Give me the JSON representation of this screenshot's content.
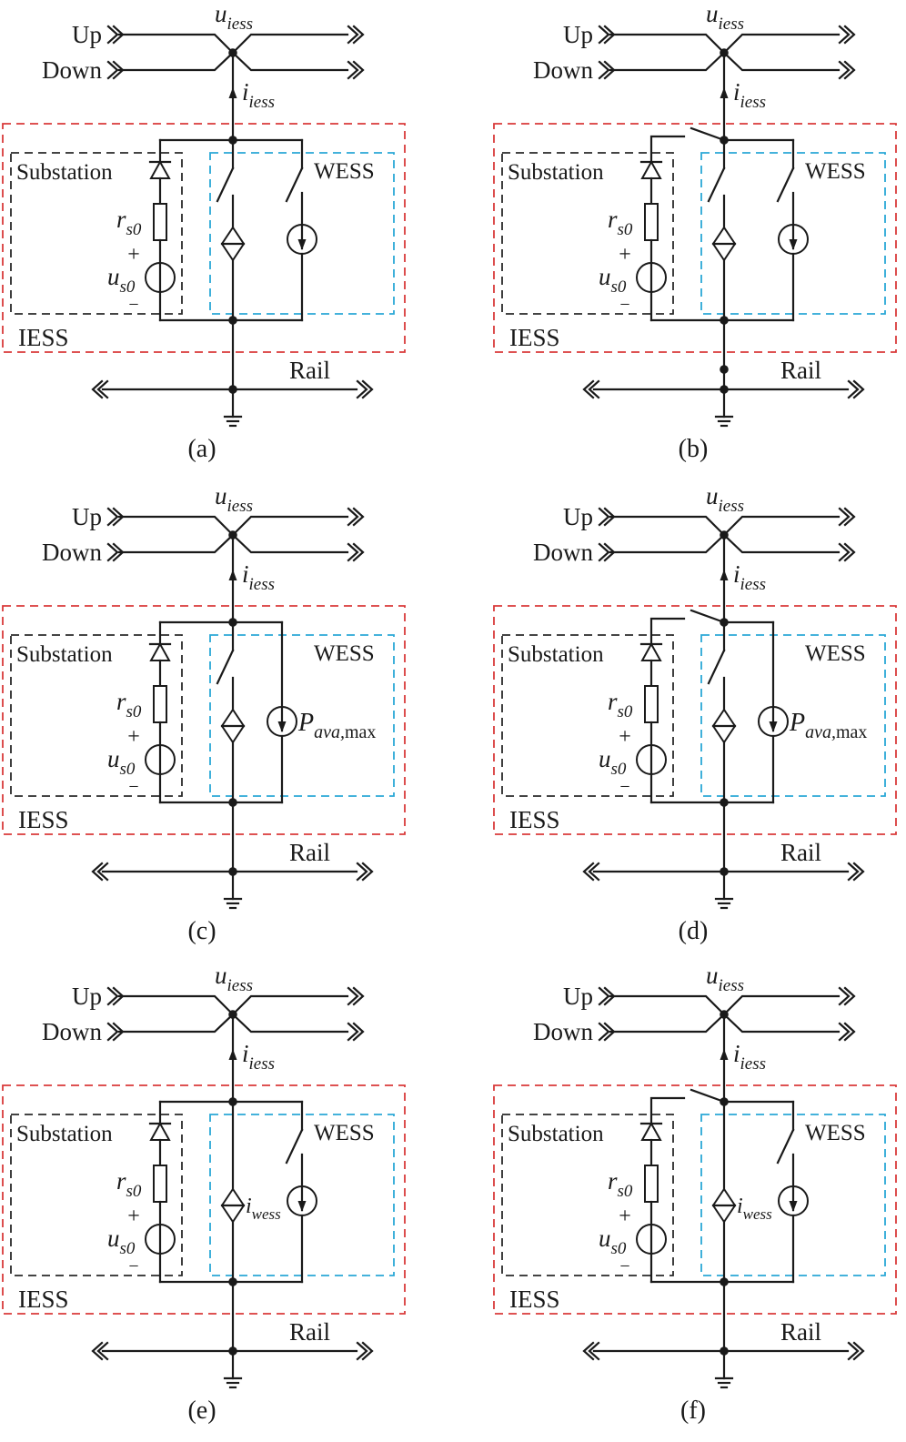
{
  "figure": {
    "colors": {
      "iess_box": "#d93a3a",
      "substation_box": "#2a2a2a",
      "wess_box": "#2aa7d6",
      "ink": "#1a1a1a"
    },
    "common_labels": {
      "up": "Up",
      "down": "Down",
      "u_iess_main": "u",
      "u_iess_sub": "iess",
      "i_iess_main": "i",
      "i_iess_sub": "iess",
      "substation": "Substation",
      "wess": "WESS",
      "iess": "IESS",
      "rail": "Rail",
      "r_s0_main": "r",
      "r_s0_sub": "s0",
      "u_s0_main": "u",
      "u_s0_sub": "s0",
      "plus": "+",
      "minus": "−"
    },
    "panels": [
      {
        "id": "a",
        "caption": "(a)",
        "substation_switch": "closed",
        "dependent_source_switch": "open",
        "wess_source_switch": "open",
        "wess_source_label_main": "",
        "wess_source_label_sub": "",
        "dependent_source_label_main": "",
        "dependent_source_label_sub": "",
        "rail_tap_dot": false
      },
      {
        "id": "b",
        "caption": "(b)",
        "substation_switch": "open",
        "dependent_source_switch": "open",
        "wess_source_switch": "open",
        "wess_source_label_main": "",
        "wess_source_label_sub": "",
        "dependent_source_label_main": "",
        "dependent_source_label_sub": "",
        "rail_tap_dot": true
      },
      {
        "id": "c",
        "caption": "(c)",
        "substation_switch": "closed",
        "dependent_source_switch": "open",
        "wess_source_switch": "closed",
        "wess_source_label_main": "P",
        "wess_source_label_sub": "ava,",
        "wess_source_label_sub2": "max",
        "dependent_source_label_main": "",
        "dependent_source_label_sub": "",
        "rail_tap_dot": false
      },
      {
        "id": "d",
        "caption": "(d)",
        "substation_switch": "open",
        "dependent_source_switch": "open",
        "wess_source_switch": "closed",
        "wess_source_label_main": "P",
        "wess_source_label_sub": "ava,",
        "wess_source_label_sub2": "max",
        "dependent_source_label_main": "",
        "dependent_source_label_sub": "",
        "rail_tap_dot": false
      },
      {
        "id": "e",
        "caption": "(e)",
        "substation_switch": "closed",
        "dependent_source_switch": "closed",
        "wess_source_switch": "open",
        "wess_source_label_main": "",
        "wess_source_label_sub": "",
        "dependent_source_label_main": "i",
        "dependent_source_label_sub": "wess",
        "rail_tap_dot": false
      },
      {
        "id": "f",
        "caption": "(f)",
        "substation_switch": "open",
        "dependent_source_switch": "closed",
        "wess_source_switch": "open",
        "wess_source_label_main": "",
        "wess_source_label_sub": "",
        "dependent_source_label_main": "i",
        "dependent_source_label_sub": "wess",
        "rail_tap_dot": false
      }
    ]
  }
}
